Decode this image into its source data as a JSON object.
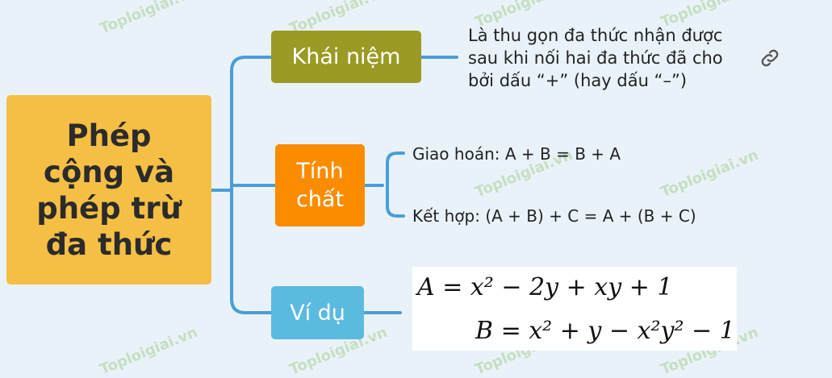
{
  "watermark": "Toploigiai.vn",
  "colors": {
    "background": "#eaf2f9",
    "connector": "#4a9ed6",
    "root": "#f5bf45",
    "concept": "#9a9a24",
    "property": "#fb8c00",
    "example": "#5bbae0"
  },
  "root": {
    "label": "Phép cộng và phép trừ đa thức"
  },
  "branches": {
    "concept": {
      "label": "Khái niệm",
      "text": "Là thu gọn đa thức nhận được sau khi nối hai đa thức đã cho bởi dấu “+” (hay dấu “–”)",
      "icon": "link-icon"
    },
    "property": {
      "label": "Tính chất",
      "items": [
        "Giao hoán: A + B = B + A",
        "Kết hợp: (A + B) + C = A + (B + C)"
      ]
    },
    "example": {
      "label": "Ví dụ",
      "eq1": {
        "lhs": "A",
        "rhs": "= x² − 2y + xy + 1"
      },
      "eq2": {
        "lhs": "B",
        "rhs": "= x² + y − x²y² − 1"
      }
    }
  }
}
